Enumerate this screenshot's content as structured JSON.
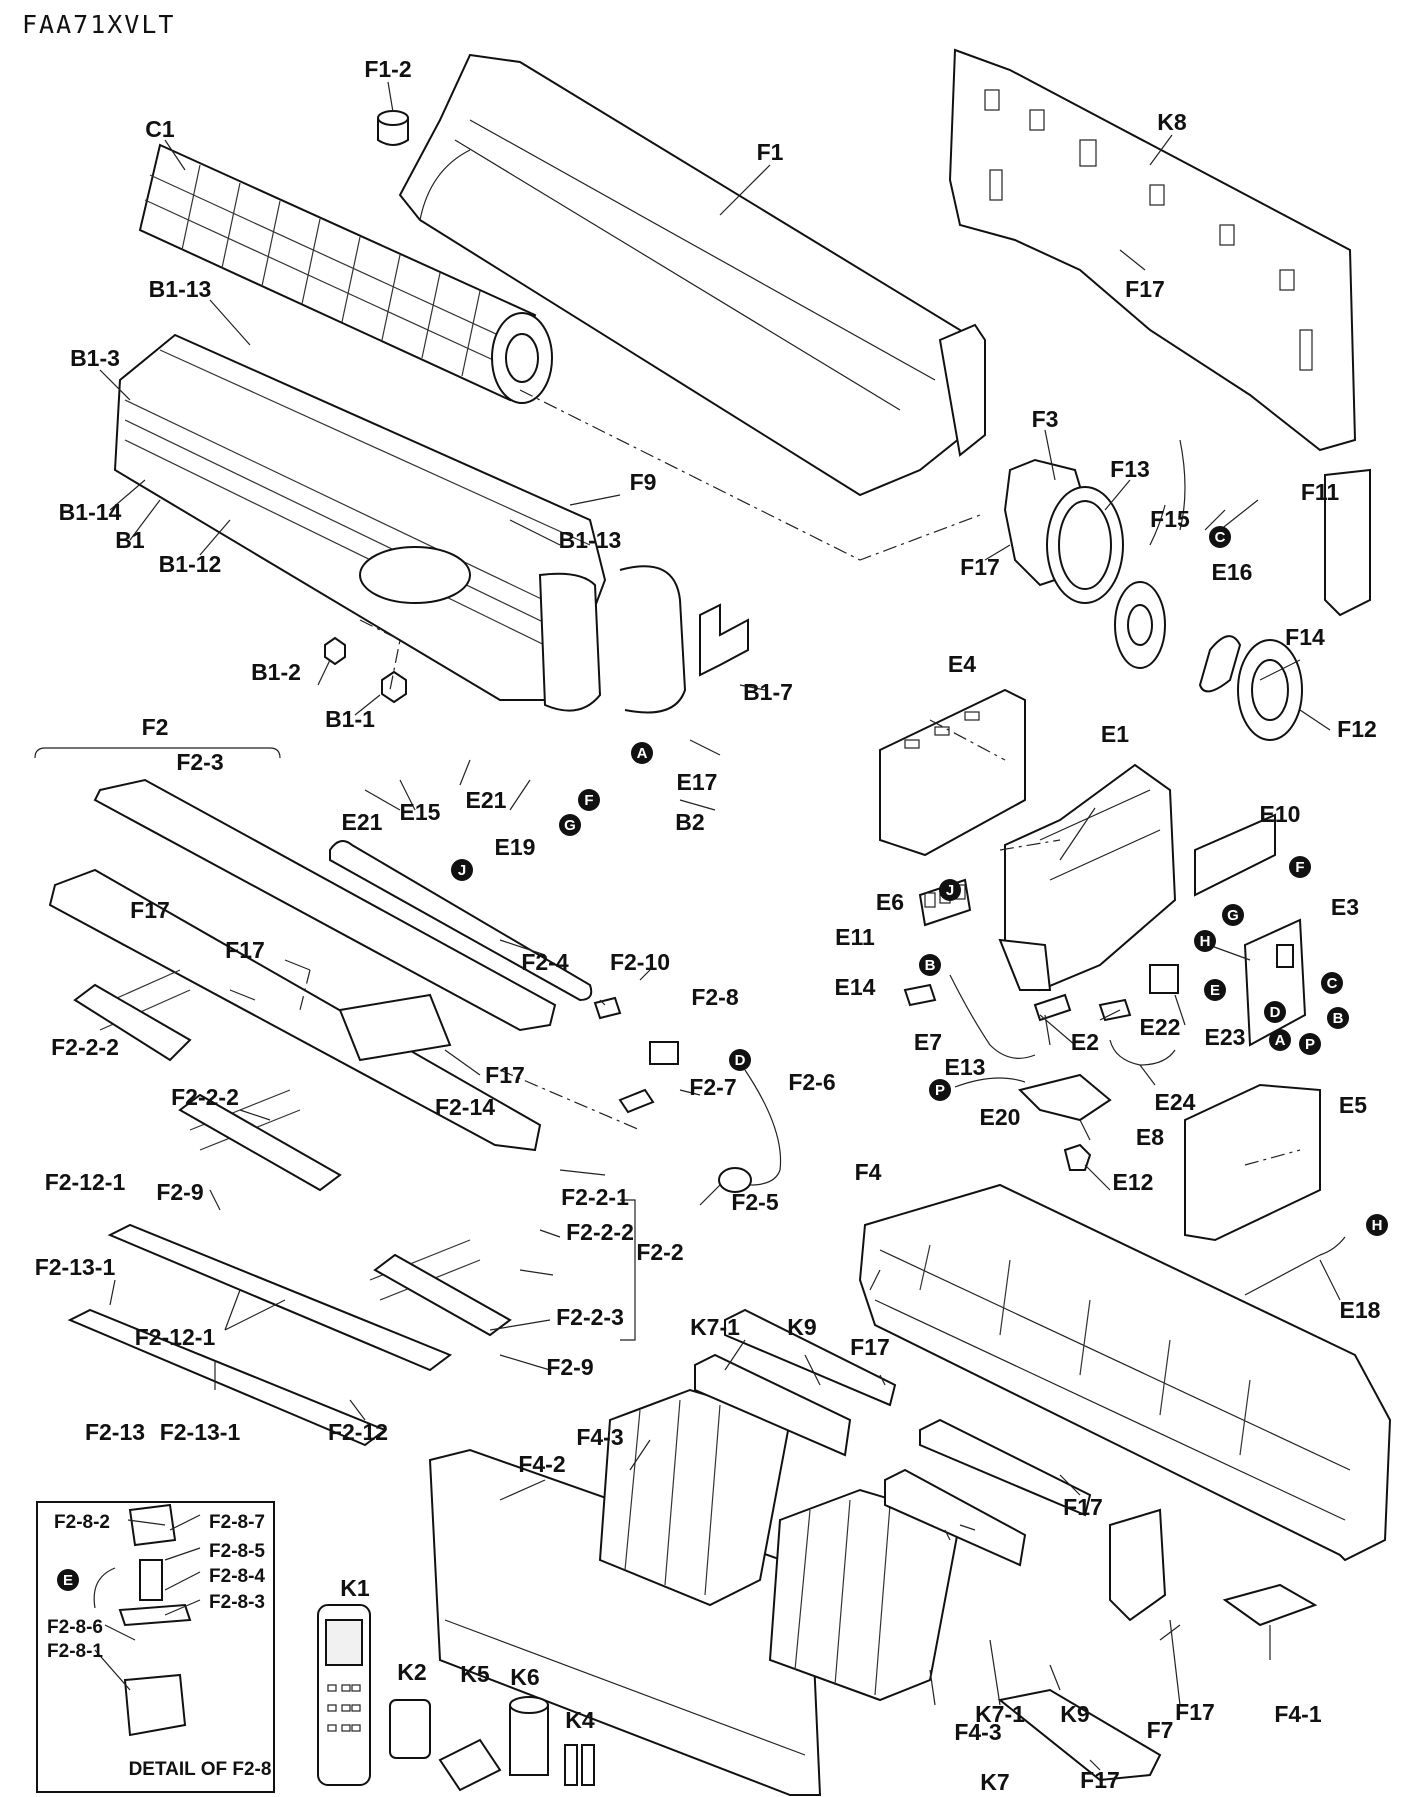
{
  "model": "FAA71XVLT",
  "detail_title": "DETAIL OF F2-8",
  "group_labels": {
    "F2": "F2",
    "F2_2": "F2-2"
  },
  "labels": {
    "F1_2": "F1-2",
    "C1": "C1",
    "F1": "F1",
    "K8": "K8",
    "F17": "F17",
    "B1_13": "B1-13",
    "B1_3": "B1-3",
    "B1_14": "B1-14",
    "B1": "B1",
    "B1_12": "B1-12",
    "F9": "F9",
    "F3": "F3",
    "F13": "F13",
    "F11": "F11",
    "F15": "F15",
    "E16": "E16",
    "F14": "F14",
    "F12": "F12",
    "B1_7": "B1-7",
    "B1_2": "B1-2",
    "B1_1": "B1-1",
    "E4": "E4",
    "E1": "E1",
    "F2_3": "F2-3",
    "E17": "E17",
    "B2": "B2",
    "E21": "E21",
    "E15": "E15",
    "E19": "E19",
    "E10": "E10",
    "E6": "E6",
    "E3": "E3",
    "E11": "E11",
    "F2_4": "F2-4",
    "F2_10": "F2-10",
    "F2_8": "F2-8",
    "E14": "E14",
    "E7": "E7",
    "E22": "E22",
    "E2": "E2",
    "E23": "E23",
    "E13": "E13",
    "F2_2_2": "F2-2-2",
    "F2_14": "F2-14",
    "F2_6": "F2-6",
    "F2_7": "F2-7",
    "E24": "E24",
    "E5": "E5",
    "E20": "E20",
    "E8": "E8",
    "E12": "E12",
    "F2_12_1": "F2-12-1",
    "F2_9": "F2-9",
    "F2_2_1": "F2-2-1",
    "F2_5": "F2-5",
    "F4": "F4",
    "F2_13_1": "F2-13-1",
    "F2_2_3": "F2-2-3",
    "E18": "E18",
    "K7_1": "K7-1",
    "K9": "K9",
    "F2_13": "F2-13",
    "F2_12": "F2-12",
    "F4_3": "F4-3",
    "F4_2": "F4-2",
    "F2_8_2": "F2-8-2",
    "F2_8_7": "F2-8-7",
    "F2_8_5": "F2-8-5",
    "F2_8_4": "F2-8-4",
    "F2_8_3": "F2-8-3",
    "F2_8_6": "F2-8-6",
    "F2_8_1": "F2-8-1",
    "K1": "K1",
    "K2": "K2",
    "K5": "K5",
    "K6": "K6",
    "K4": "K4",
    "F7": "F7",
    "F4_1": "F4-1",
    "K7": "K7"
  },
  "connectors": {
    "A": "A",
    "B": "B",
    "C": "C",
    "D": "D",
    "E": "E",
    "F": "F",
    "G": "G",
    "H": "H",
    "J": "J",
    "P": "P"
  }
}
